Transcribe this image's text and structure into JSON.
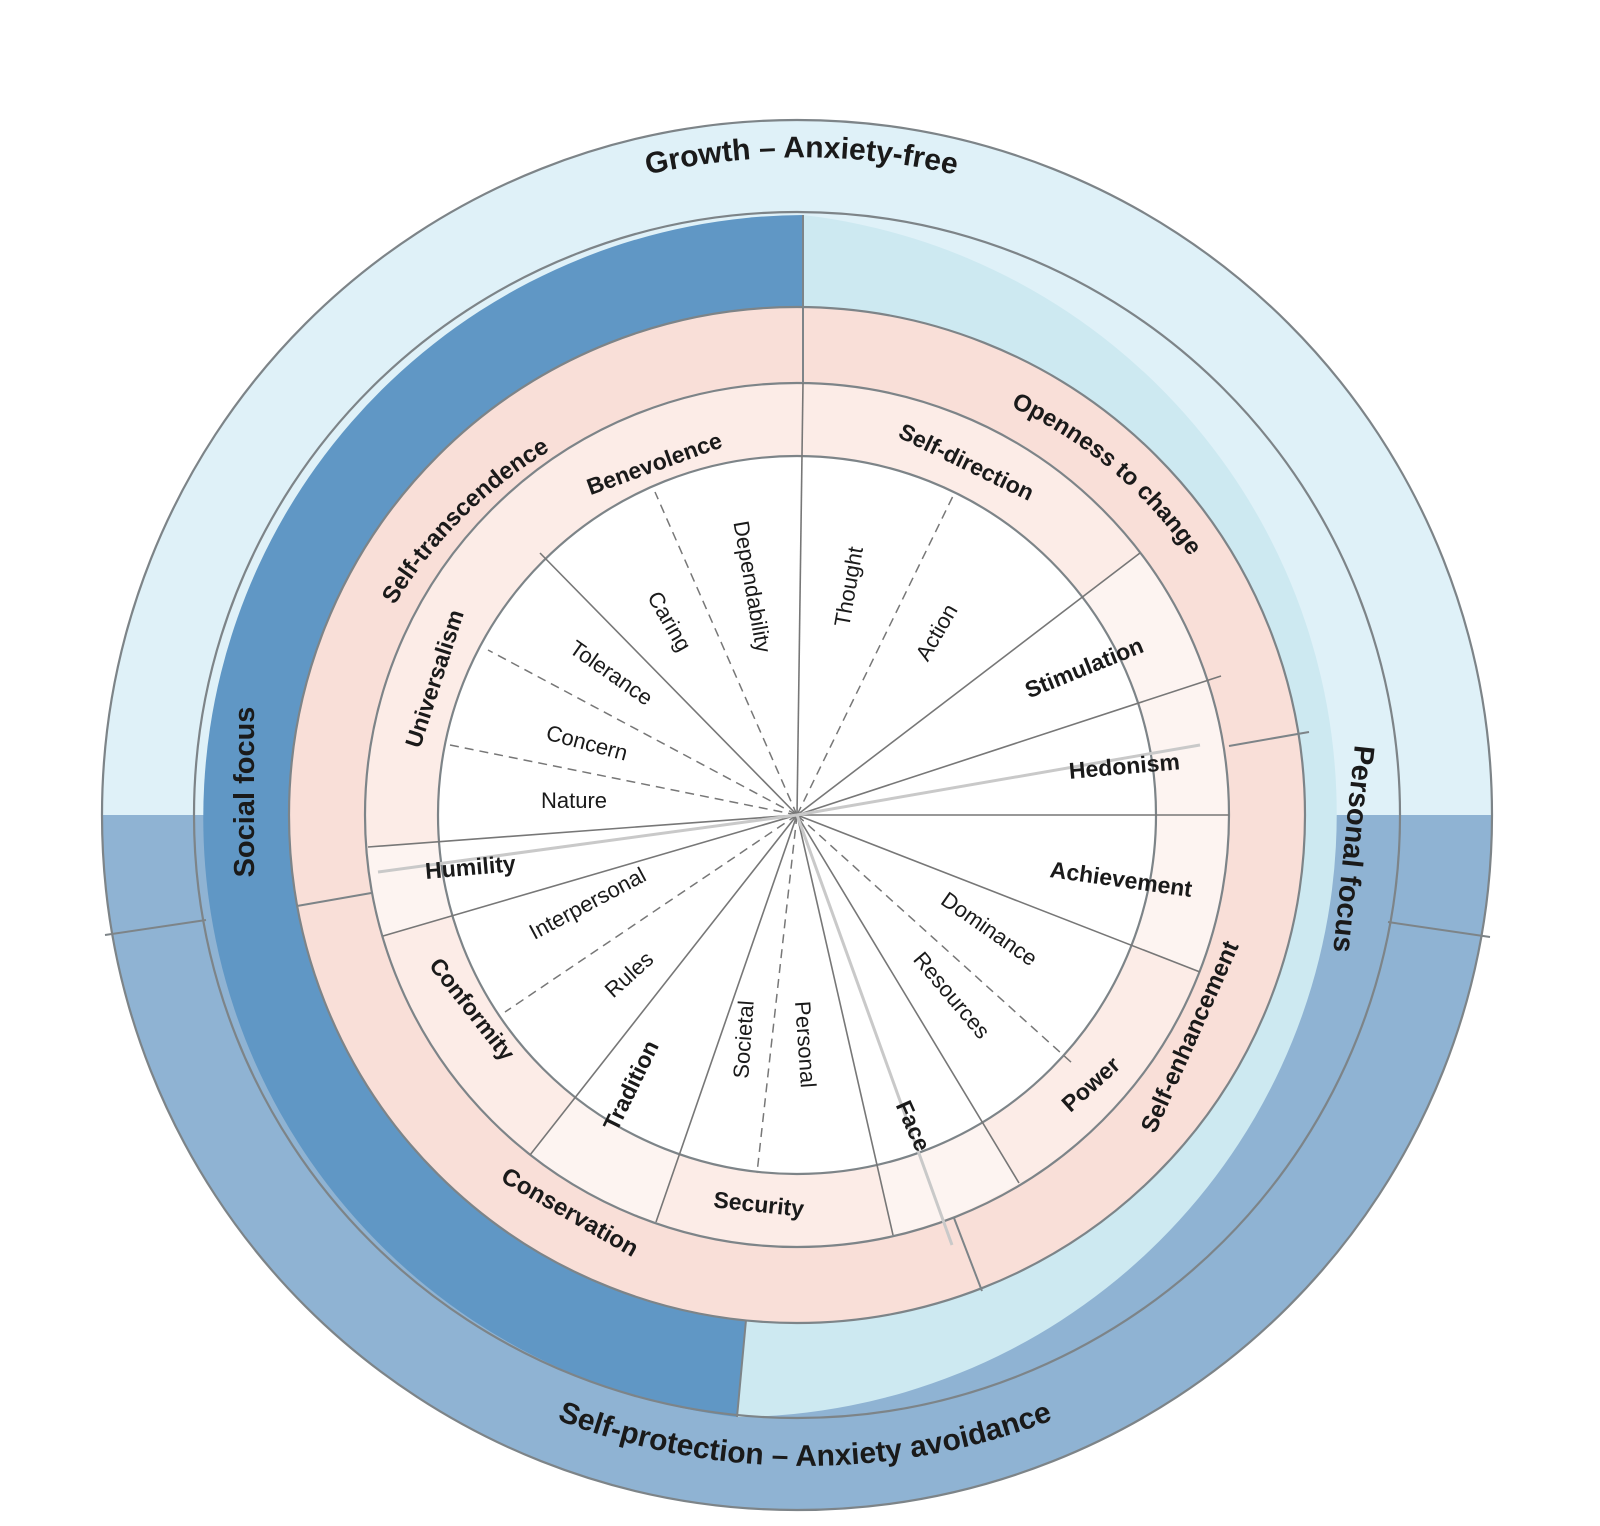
{
  "colors": {
    "growth_band": "#dff1f8",
    "protection_band": "#8fb3d3",
    "social_focus": "#6097c5",
    "personal_focus": "#cde9f1",
    "higher_order_ring": "#f9dfd8",
    "values_ring": "#fcece7",
    "values_ring_light": "#fdf4f1",
    "center_disc": "#ffffff",
    "lines": "#7d8488"
  },
  "outer_band": {
    "top": "Growth – Anxiety-free",
    "bottom": "Self-protection – Anxiety avoidance"
  },
  "focus_ring": {
    "left": "Social focus",
    "right": "Personal focus"
  },
  "higher_order": {
    "self_transcendence": "Self-transcendence",
    "openness": "Openness to change",
    "self_enhancement": "Self-enhancement",
    "conservation": "Conservation"
  },
  "values": {
    "benevolence": "Benevolence",
    "self_direction": "Self-direction",
    "stimulation": "Stimulation",
    "hedonism": "Hedonism",
    "achievement": "Achievement",
    "power": "Power",
    "face": "Face",
    "security": "Security",
    "tradition": "Tradition",
    "conformity": "Conformity",
    "humility": "Humility",
    "universalism": "Universalism"
  },
  "subvalues": {
    "dependability": "Dependability",
    "caring": "Caring",
    "thought": "Thought",
    "action": "Action",
    "tolerance": "Tolerance",
    "concern": "Concern",
    "nature": "Nature",
    "interpersonal": "Interpersonal",
    "rules": "Rules",
    "societal": "Societal",
    "personal": "Personal",
    "dominance": "Dominance",
    "resources": "Resources"
  }
}
